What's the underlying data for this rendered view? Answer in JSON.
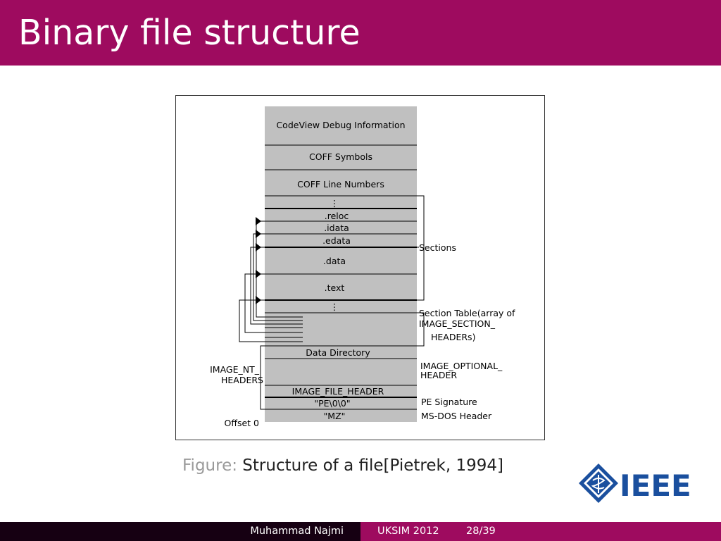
{
  "slide": {
    "title": "Binary file structure"
  },
  "diagram": {
    "blocks": {
      "codeview": "CodeView Debug Information",
      "coff_symbols": "COFF Symbols",
      "coff_line_numbers": "COFF Line Numbers",
      "ellipsis_top": "⋮",
      "reloc": ".reloc",
      "idata": ".idata",
      "edata": ".edata",
      "data": ".data",
      "text": ".text",
      "ellipsis_bottom": "⋮",
      "data_directory": "Data Directory",
      "image_file_header": "IMAGE_FILE_HEADER",
      "pe_signature_value": "\"PE\\0\\0\"",
      "mz_value": "\"MZ\""
    },
    "labels": {
      "sections": "Sections",
      "section_table": [
        "Section Table(array of",
        "IMAGE_SECTION_",
        "HEADERs)"
      ],
      "image_optional_header": [
        "IMAGE_OPTIONAL_",
        "HEADER"
      ],
      "pe_signature": "PE Signature",
      "ms_dos_header": "MS-DOS Header",
      "image_nt_headers": [
        "IMAGE_NT_",
        "HEADERS"
      ],
      "offset_zero": "Offset 0"
    }
  },
  "caption": {
    "label": "Figure:",
    "text": "Structure of a file[Pietrek, 1994]"
  },
  "logo": {
    "text": "IEEE",
    "color": "#1a4f9e"
  },
  "footer": {
    "author": "Muhammad Najmi",
    "event": "UKSIM 2012",
    "page": "28/39"
  },
  "colors": {
    "title_bar": "#9e0b5f",
    "block_fill": "#c0c0c0",
    "footer_dark": "#160012"
  }
}
